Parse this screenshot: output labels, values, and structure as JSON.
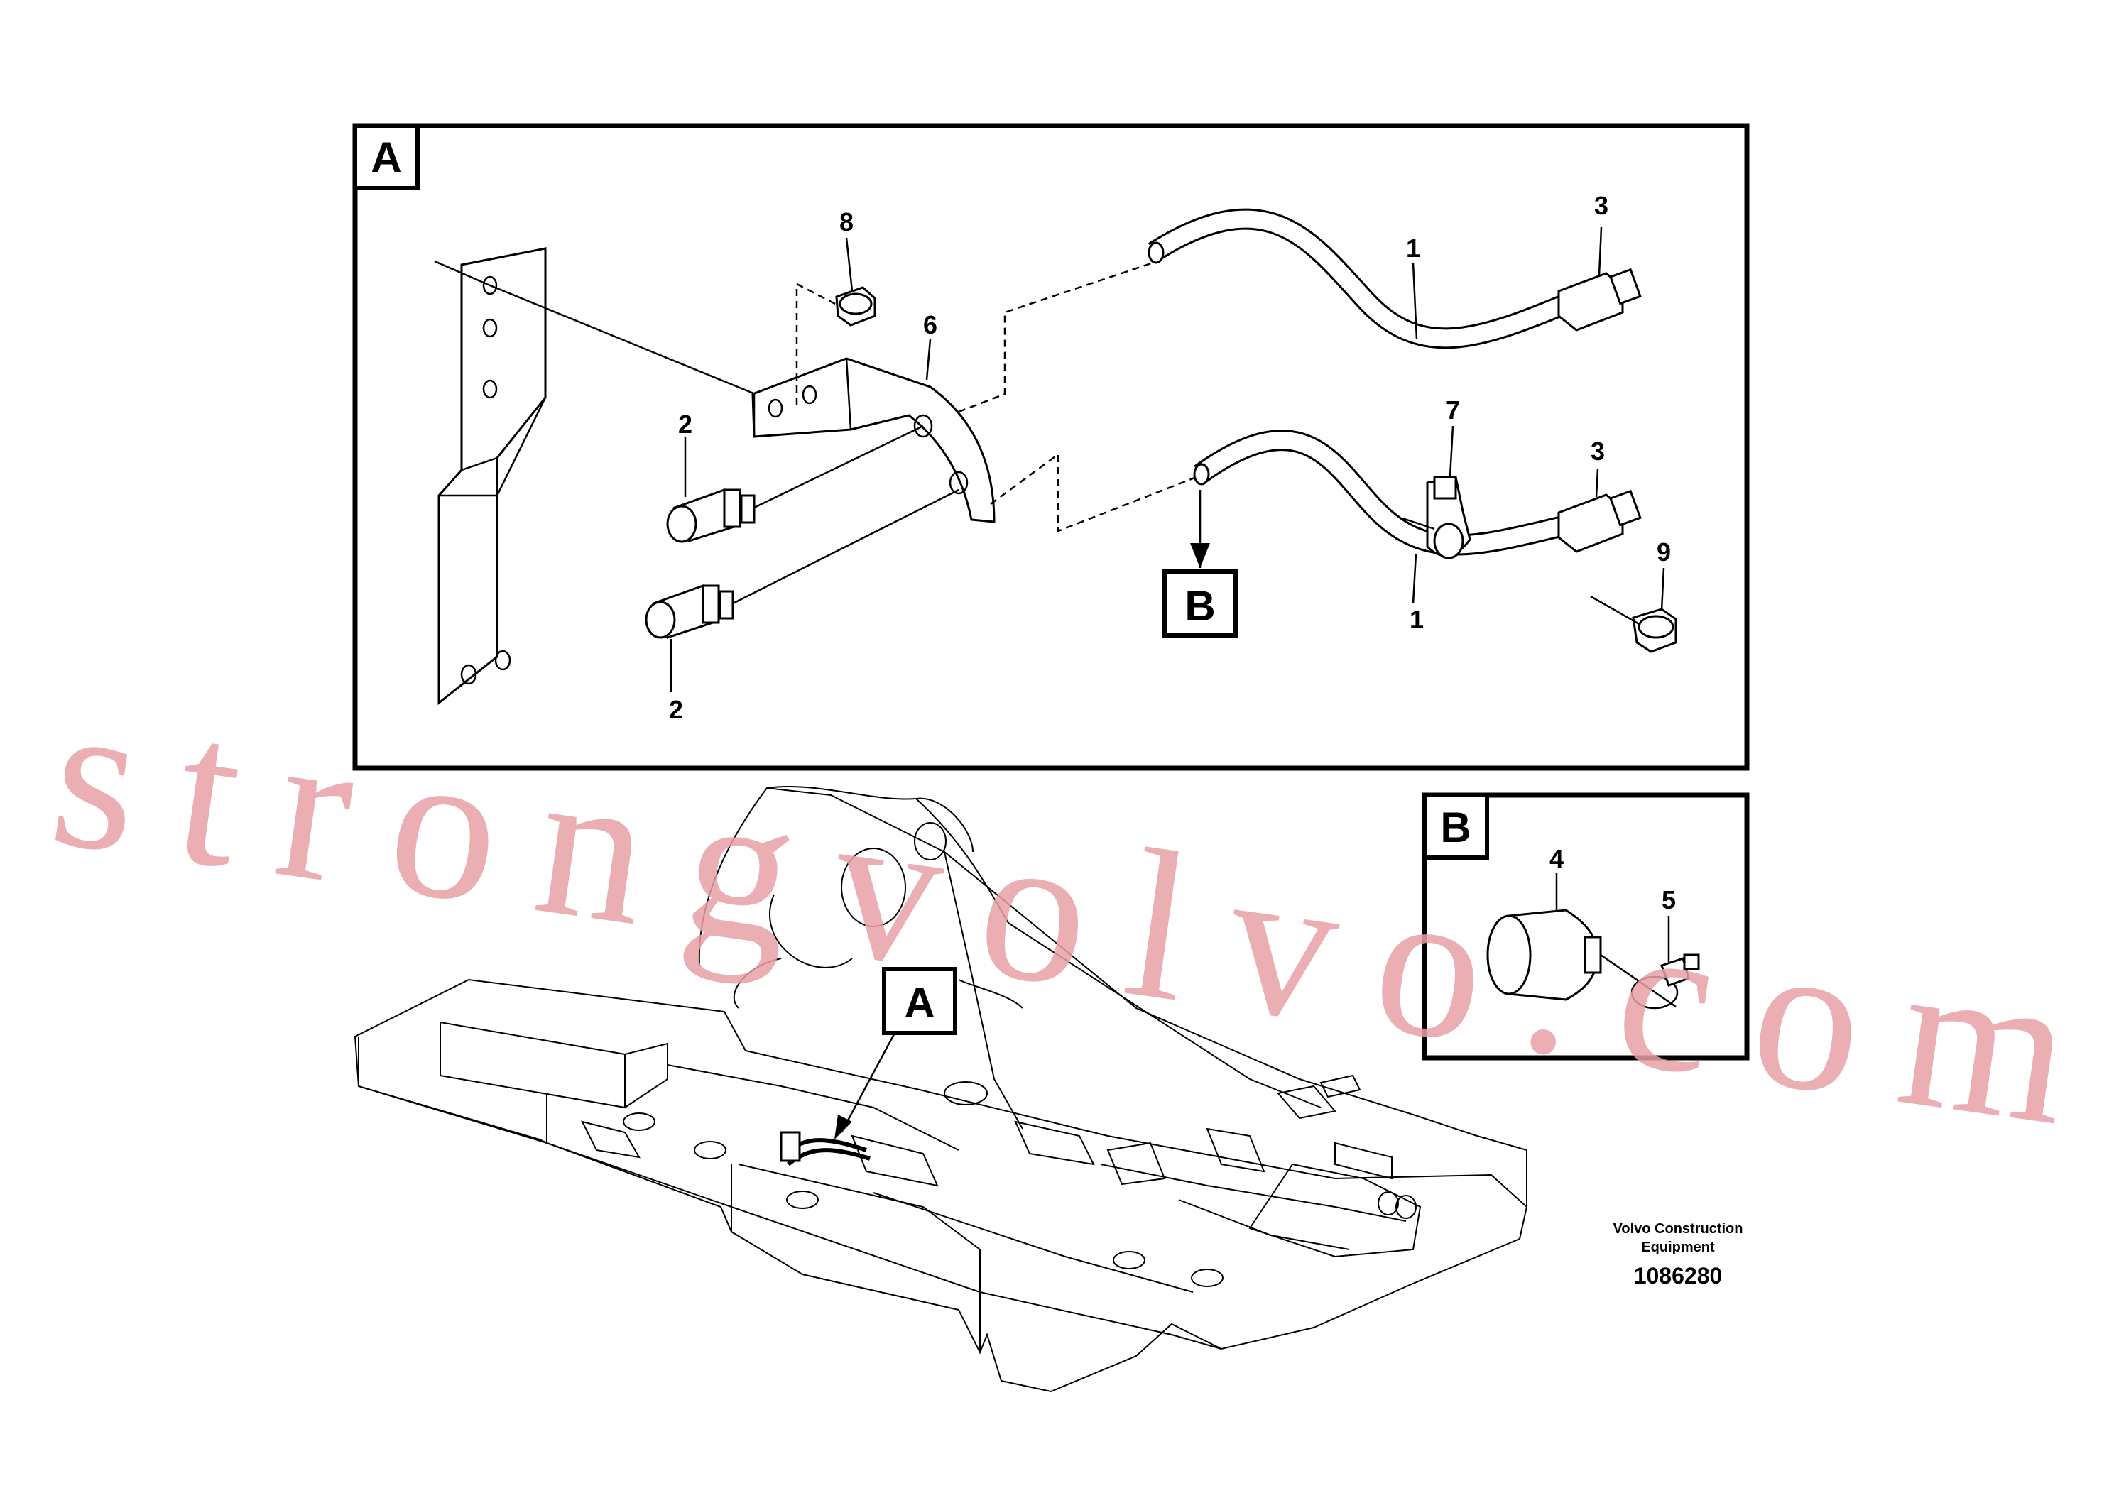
{
  "detail_a": {
    "label": "A"
  },
  "detail_b": {
    "label": "B"
  },
  "callout_a": {
    "label": "A"
  },
  "callout_b": {
    "label": "B"
  },
  "item_labels": {
    "hose_upper": "1",
    "hose_lower": "1",
    "sensor_upper": "2",
    "sensor_lower": "2",
    "connector_upper": "3",
    "connector_lower": "3",
    "cap": "4",
    "clip": "5",
    "bracket": "6",
    "clamp": "7",
    "screw_upper": "8",
    "screw_lower": "9"
  },
  "watermark": "strongvolvo.com",
  "credit": {
    "line1": "Volvo Construction",
    "line2": "Equipment"
  },
  "document_number": "1086280"
}
